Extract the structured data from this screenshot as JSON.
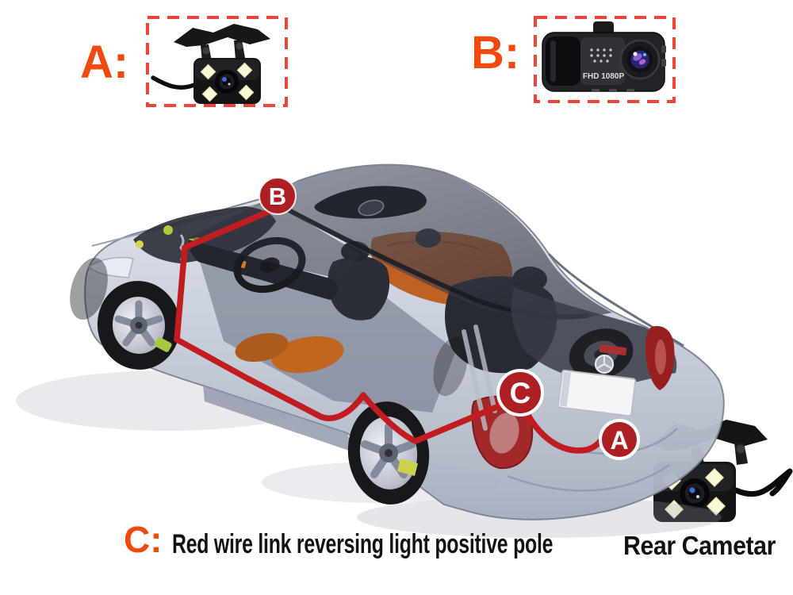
{
  "page": {
    "background": "#ffffff"
  },
  "legend": {
    "a_label": "A:",
    "b_label": "B:",
    "c_label": "C:",
    "c_description": "Red wire link reversing light positive pole",
    "rear_camera_caption": "Rear Cametar"
  },
  "badges": {
    "b": "B",
    "c": "C",
    "a": "A"
  },
  "devices": {
    "rear_camera_a": {
      "type": "rear view camera with bracket and 4 LEDs"
    },
    "dashcam_b": {
      "screen_text": "FHD 1080P"
    },
    "rear_camera_bottom": {
      "type": "rear view camera with bracket and 4 LEDs"
    }
  },
  "colors": {
    "label_orange": "#f24a0e",
    "dashed_box_red": "#ef4437",
    "badge_red": "#ae1f24",
    "wire_red": "#c11d20",
    "text_black": "#121212",
    "car_body": "#c3cad7"
  }
}
